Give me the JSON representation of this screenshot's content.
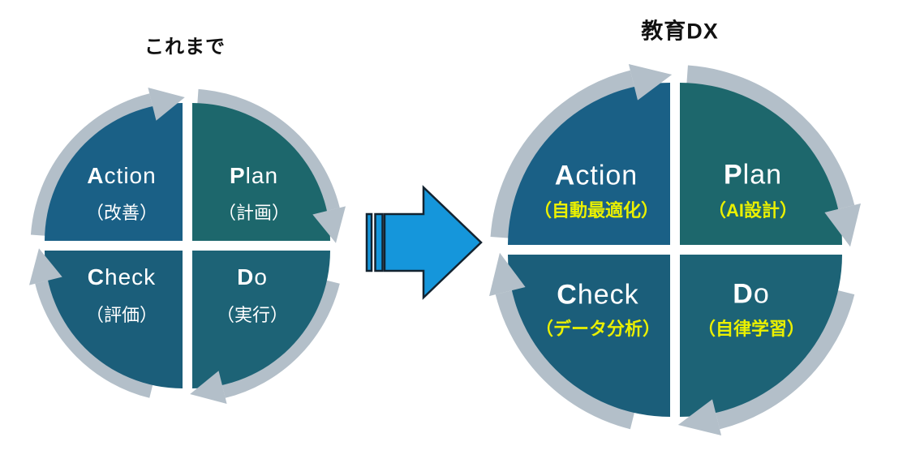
{
  "colors": {
    "action": "#1A6086",
    "plan": "#1D676C",
    "check": "#1B5E7A",
    "do": "#1D6376",
    "ring": "#B3BFC9",
    "label": "#FFFFFF",
    "highlight": "#EAF000",
    "title": "#111111",
    "transform_arrow_fill": "#1596DB",
    "transform_arrow_outline": "#132330"
  },
  "left_diagram": {
    "title": "これまで",
    "quadrants": [
      {
        "id": "action",
        "initial": "A",
        "rest": "ction",
        "sub": "（改善）"
      },
      {
        "id": "plan",
        "initial": "P",
        "rest": "lan",
        "sub": "（計画）"
      },
      {
        "id": "check",
        "initial": "C",
        "rest": "heck",
        "sub": "（評価）"
      },
      {
        "id": "do",
        "initial": "D",
        "rest": "o",
        "sub": "（実行）"
      }
    ]
  },
  "right_diagram": {
    "title": "教育DX",
    "quadrants": [
      {
        "id": "action",
        "initial": "A",
        "rest": "ction",
        "sub": "（自動最適化）"
      },
      {
        "id": "plan",
        "initial": "P",
        "rest": "lan",
        "sub": "（AI設計）"
      },
      {
        "id": "check",
        "initial": "C",
        "rest": "heck",
        "sub": "（データ分析）"
      },
      {
        "id": "do",
        "initial": "D",
        "rest": "o",
        "sub": "（自律学習）"
      }
    ]
  }
}
